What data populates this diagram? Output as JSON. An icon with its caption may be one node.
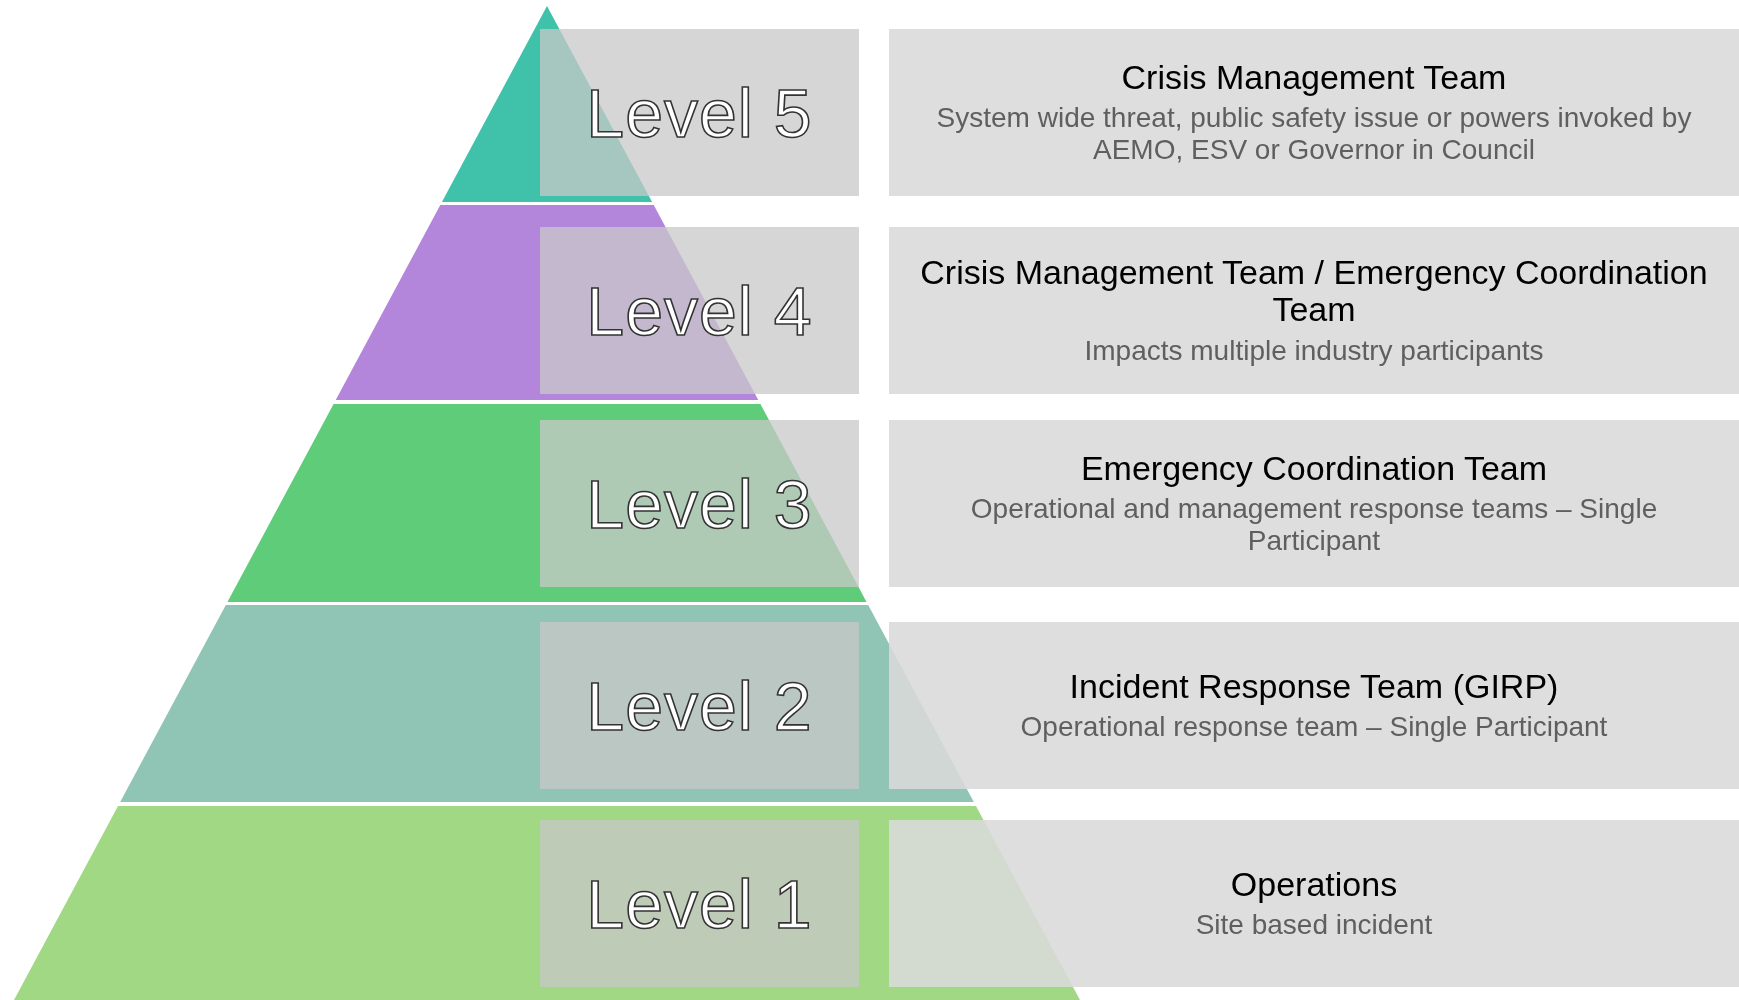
{
  "diagram": {
    "nodes": [
      {
        "text": [
          "Level 5"
        ]
      },
      {
        "text": [
          "Crisis Management Team",
          "System wide threat, public safety issue or powers invoked by AEMO, ESV or Governor in Council"
        ]
      },
      {
        "text": [
          "Level 4"
        ]
      },
      {
        "text": [
          "Crisis Management Team / Emergency Coordination Team",
          "Impacts multiple industry participants"
        ]
      },
      {
        "text": [
          "Level 3"
        ]
      },
      {
        "text": [
          "Emergency Coordination Team",
          "Operational and management response teams – Single Participant"
        ]
      },
      {
        "text": [
          "Level 2"
        ]
      },
      {
        "text": [
          "Incident Response Team (GIRP)",
          "Operational response team – Single Participant"
        ]
      },
      {
        "text": [
          "Level 1"
        ]
      },
      {
        "text": [
          "Operations",
          "Site based incident"
        ]
      }
    ]
  }
}
